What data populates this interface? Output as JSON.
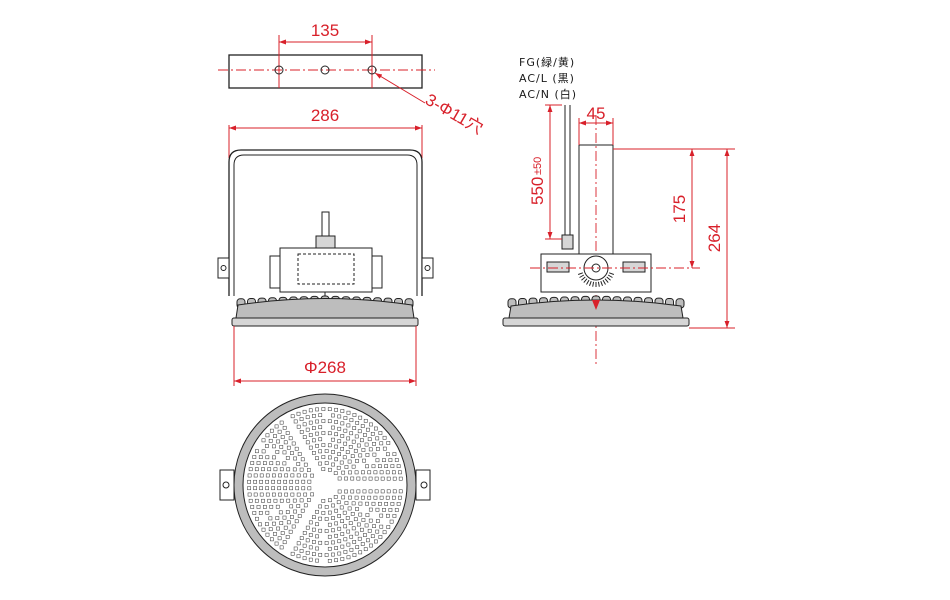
{
  "drawing": {
    "dimensions": {
      "bolt_pitch": "135",
      "mount_holes": "3-Φ11穴",
      "bracket_width": "286",
      "body_diameter": "Φ268",
      "cable_length": "550",
      "cable_tolerance": "±50",
      "stem_width": "45",
      "pivot_height": "175",
      "total_height": "264"
    },
    "wiring_notes": [
      "FG(緑/黄)",
      "AC/L (黒)",
      "AC/N (白)"
    ],
    "colors": {
      "dimension_red": "#d8202a",
      "outline_black": "#222222",
      "body_gray": "#bdbdbd"
    }
  }
}
